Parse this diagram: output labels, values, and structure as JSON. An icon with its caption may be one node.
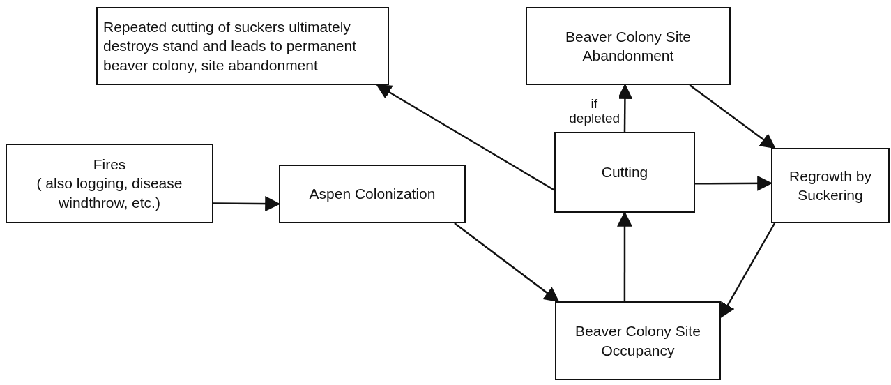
{
  "diagram": {
    "nodes": [
      {
        "text": [
          "Repeated cutting of suckers ultimately destroys stand and leads to permanent beaver colony, site abandonment"
        ]
      },
      {
        "text": [
          "Beaver Colony Site Abandonment"
        ]
      },
      {
        "text": [
          "Fires",
          "( also logging, disease windthrow, etc.)"
        ]
      },
      {
        "text": [
          "Aspen Colonization"
        ]
      },
      {
        "text": [
          "Cutting"
        ]
      },
      {
        "text": [
          "Regrowth by Suckering"
        ]
      },
      {
        "text": [
          "Beaver Colony Site Occupancy"
        ]
      }
    ],
    "edges": [
      {
        "from": 2,
        "to": 3,
        "arrow": "to"
      },
      {
        "from": 3,
        "to": 6,
        "arrow": "to"
      },
      {
        "from": 6,
        "to": 4,
        "arrow": "to"
      },
      {
        "from": 4,
        "to": 1,
        "arrow": "to",
        "label": "if depleted"
      },
      {
        "from": 4,
        "to": 0,
        "arrow": "to"
      },
      {
        "from": 4,
        "to": 5,
        "arrow": "to"
      },
      {
        "from": 1,
        "to": 5,
        "arrow": "to"
      },
      {
        "from": 5,
        "to": 6,
        "arrow": "to"
      }
    ]
  }
}
